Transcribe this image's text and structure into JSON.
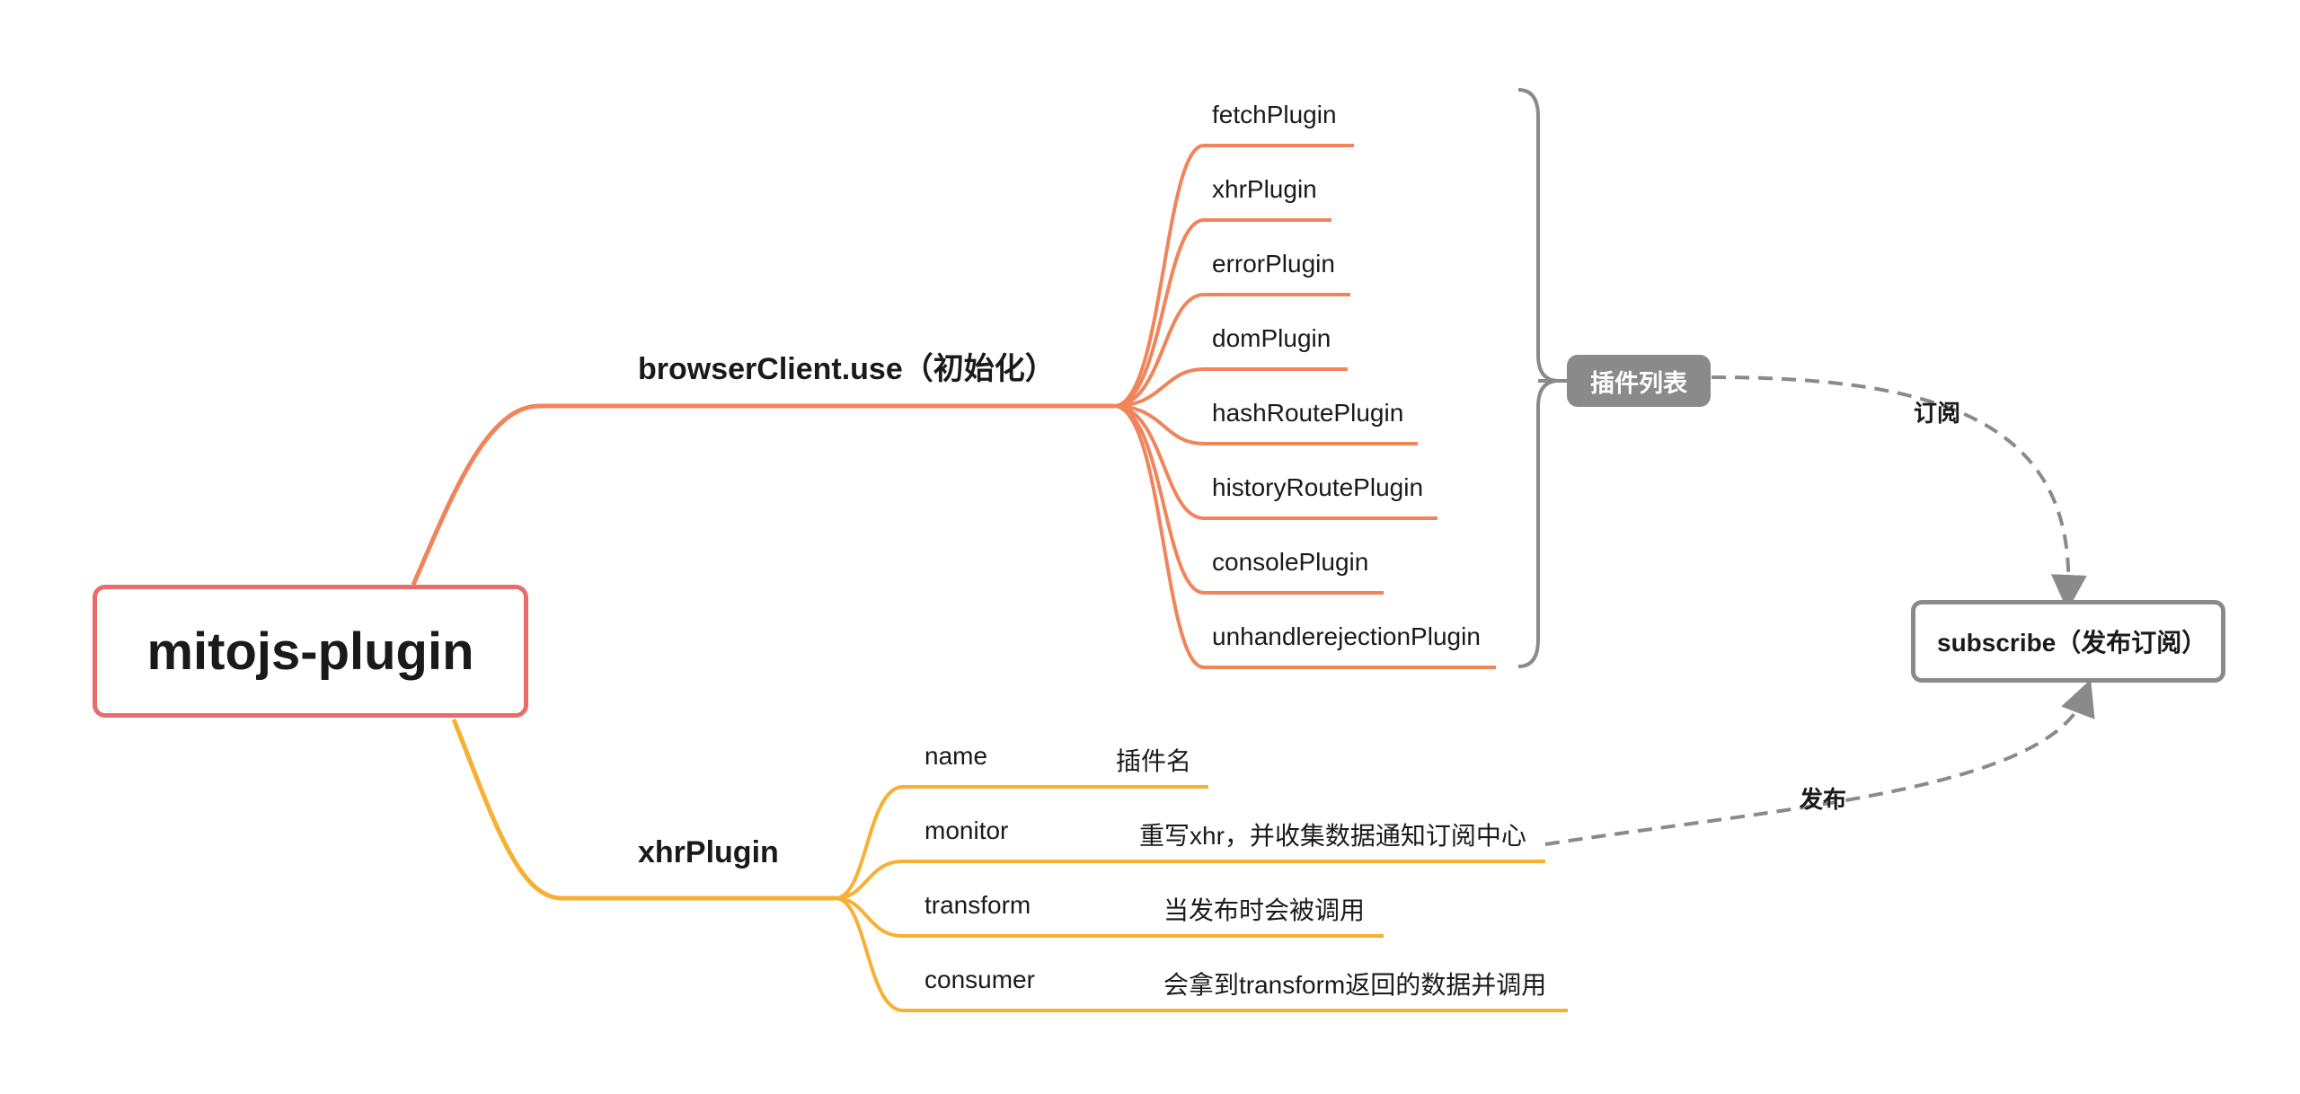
{
  "root": "mitojs-plugin",
  "branches": {
    "browser": {
      "title": "browserClient.use（初始化）",
      "items": [
        "fetchPlugin",
        "xhrPlugin",
        "errorPlugin",
        "domPlugin",
        "hashRoutePlugin",
        "historyRoutePlugin",
        "consolePlugin",
        "unhandlerejectionPlugin"
      ]
    },
    "xhr": {
      "title": "xhrPlugin",
      "rows": [
        {
          "key": "name",
          "value": "插件名"
        },
        {
          "key": "monitor",
          "value": "重写xhr，并收集数据通知订阅中心"
        },
        {
          "key": "transform",
          "value": "当发布时会被调用"
        },
        {
          "key": "consumer",
          "value": "会拿到transform返回的数据并调用"
        }
      ]
    }
  },
  "plugin_list_label": "插件列表",
  "subscribe_box": "subscribe（发布订阅）",
  "edges": {
    "subscribe": "订阅",
    "publish": "发布"
  },
  "colors": {
    "root": "#e86c6c",
    "browser": "#f0845a",
    "xhr": "#f7b032",
    "gray": "#8a8a8a"
  }
}
